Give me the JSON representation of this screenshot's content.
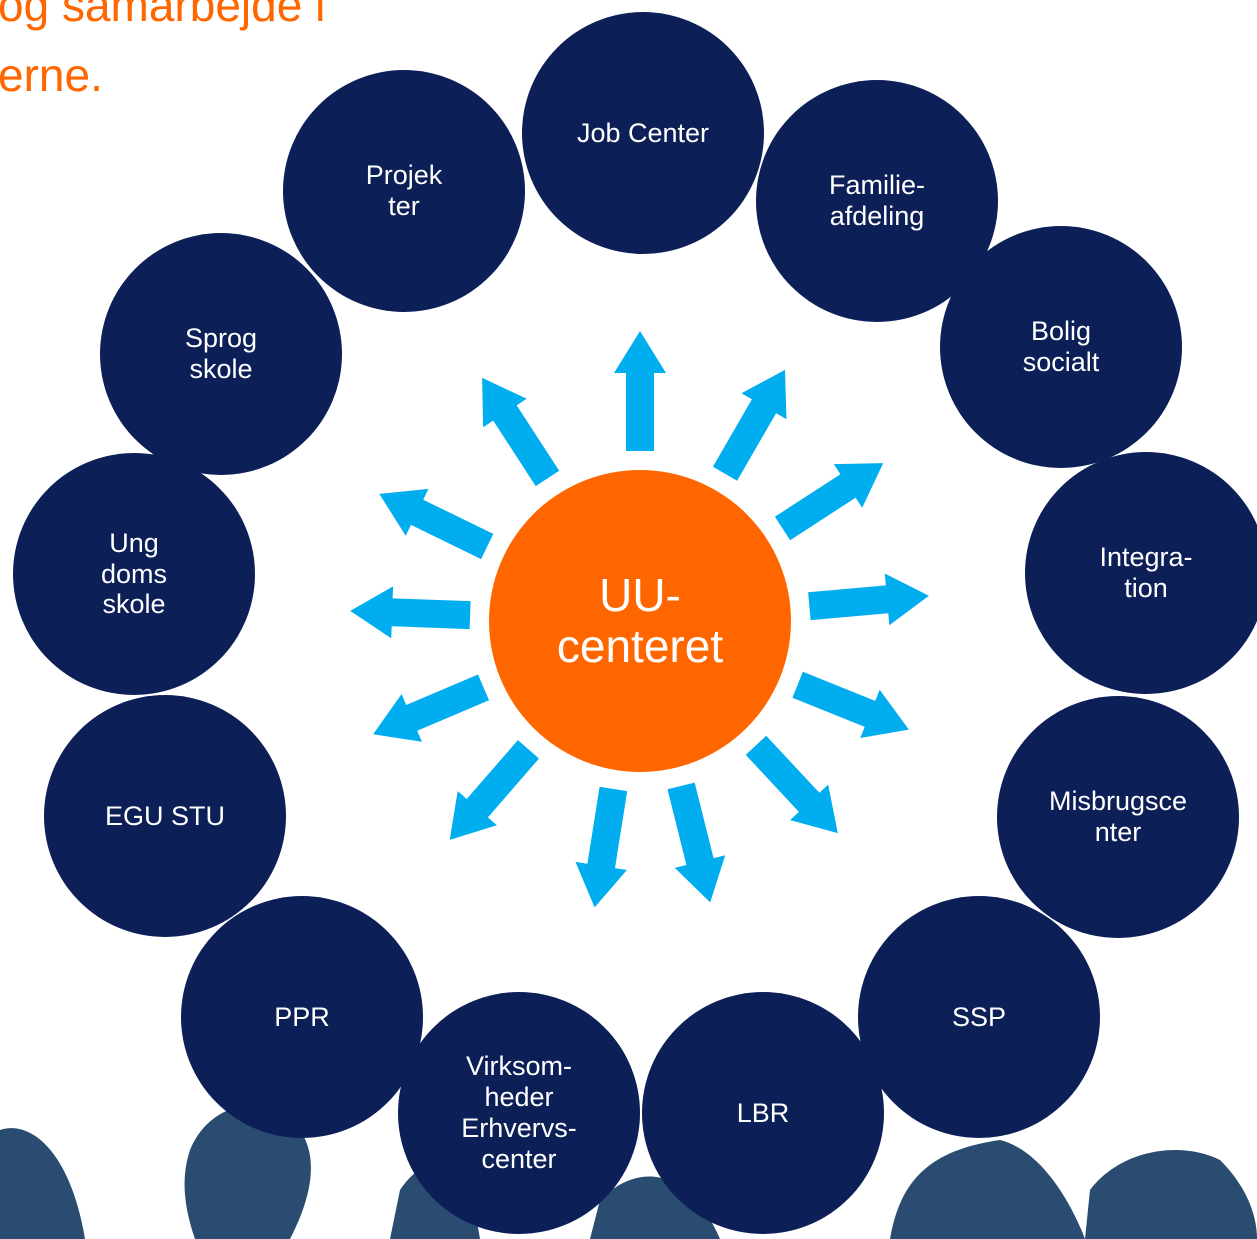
{
  "title": {
    "line1": "og samarbejde i",
    "line2": "erne."
  },
  "center": {
    "label": "UU-\ncenteret"
  },
  "colors": {
    "title": "#ff6600",
    "center": "#ff6600",
    "node": "#0c1f57",
    "arrow": "#00aeef",
    "node_text": "#ffffff",
    "photo": "#2a4c70"
  },
  "nodes": [
    {
      "id": "job-center",
      "label": "Job Center"
    },
    {
      "id": "familieafdeling",
      "label": "Familie-\nafdeling"
    },
    {
      "id": "bolig-socialt",
      "label": "Bolig\nsocialt"
    },
    {
      "id": "integration",
      "label": "Integra-\ntion"
    },
    {
      "id": "misbrugscenter",
      "label": "Misbrugsce\nnter"
    },
    {
      "id": "ssp",
      "label": "SSP"
    },
    {
      "id": "lbr",
      "label": "LBR"
    },
    {
      "id": "virksomheder",
      "label": "Virksom-\nheder\nErhvervs-\ncenter"
    },
    {
      "id": "ppr",
      "label": "PPR"
    },
    {
      "id": "egu-stu",
      "label": "EGU STU"
    },
    {
      "id": "ungdomsskole",
      "label": "Ung\ndoms\nskole"
    },
    {
      "id": "sprogskole",
      "label": "Sprog\nskole"
    },
    {
      "id": "projekter",
      "label": "Projek\nter"
    }
  ]
}
